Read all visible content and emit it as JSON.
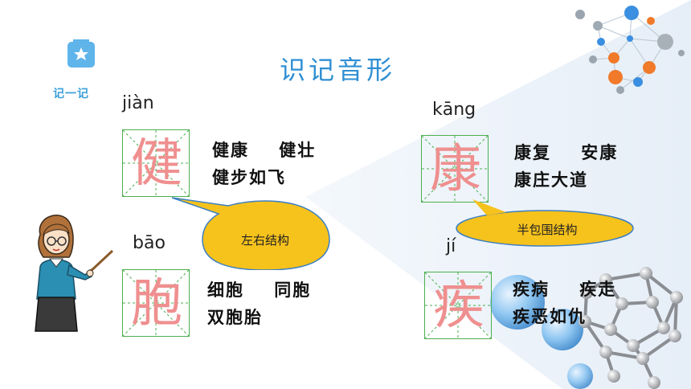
{
  "header": {
    "badge_label": "记一记",
    "title": "识记音形"
  },
  "cards": [
    {
      "pinyin": "jiàn",
      "char": "健",
      "words_line1": "健康    健壮",
      "words_line2": "健步如飞"
    },
    {
      "pinyin": "bāo",
      "char": "胞",
      "words_line1": "细胞    同胞",
      "words_line2": "双胞胎"
    },
    {
      "pinyin": "kāng",
      "char": "康",
      "words_line1": "康复    安康",
      "words_line2": "康庄大道"
    },
    {
      "pinyin": "jí",
      "char": "疾",
      "words_line1": "疾病    疾走",
      "words_line2": "疾恶如仇"
    }
  ],
  "bubbles": {
    "left_right": "左右结构",
    "half_surround": "半包围结构"
  },
  "icons": [
    "bookmark-star-icon",
    "molecule-network-icon",
    "fullerene-icon",
    "teacher-illustration"
  ],
  "colors": {
    "accent": "#2f8fd3",
    "char": "#ef8f8f",
    "bubble": "#f6c21c",
    "grid": "#4caf50"
  }
}
